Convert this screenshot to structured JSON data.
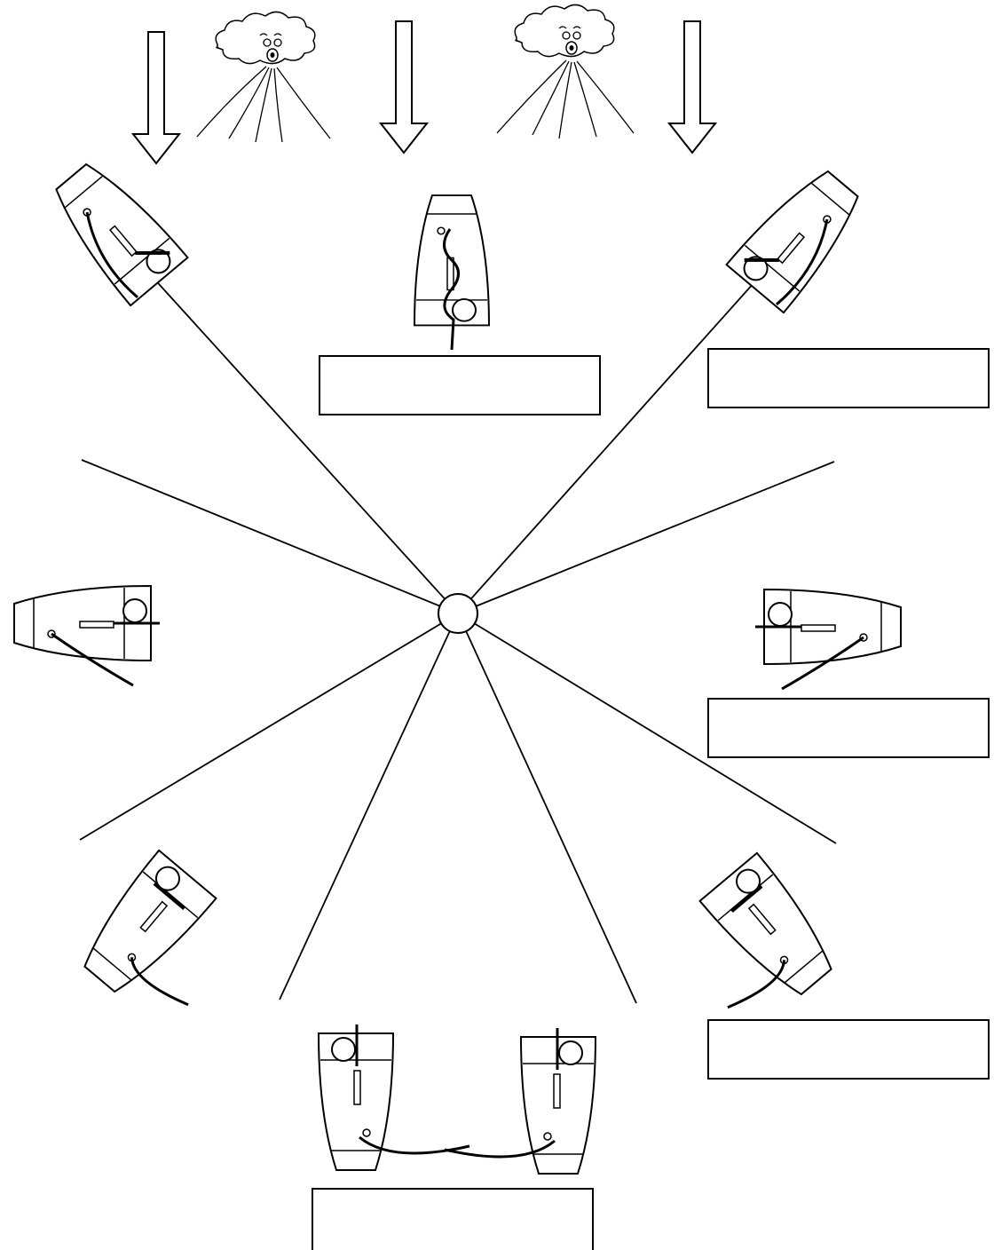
{
  "diagram": {
    "wind_arrow_count": 3,
    "wind_face_icons": [
      "wind-cloud-face-icon",
      "wind-cloud-face-icon"
    ],
    "boat_icon": "sailing-dinghy-icon",
    "boat_positions": [
      "close-hauled-port",
      "head-to-wind",
      "close-hauled-starboard",
      "beam-reach-port",
      "beam-reach-starboard",
      "broad-reach-port",
      "broad-reach-starboard",
      "running-port",
      "running-starboard"
    ],
    "line_color": "#000000",
    "background": "#ffffff"
  },
  "answer_boxes": {
    "top": "",
    "top_right": "",
    "right": "",
    "lower_right": "",
    "bottom": ""
  }
}
